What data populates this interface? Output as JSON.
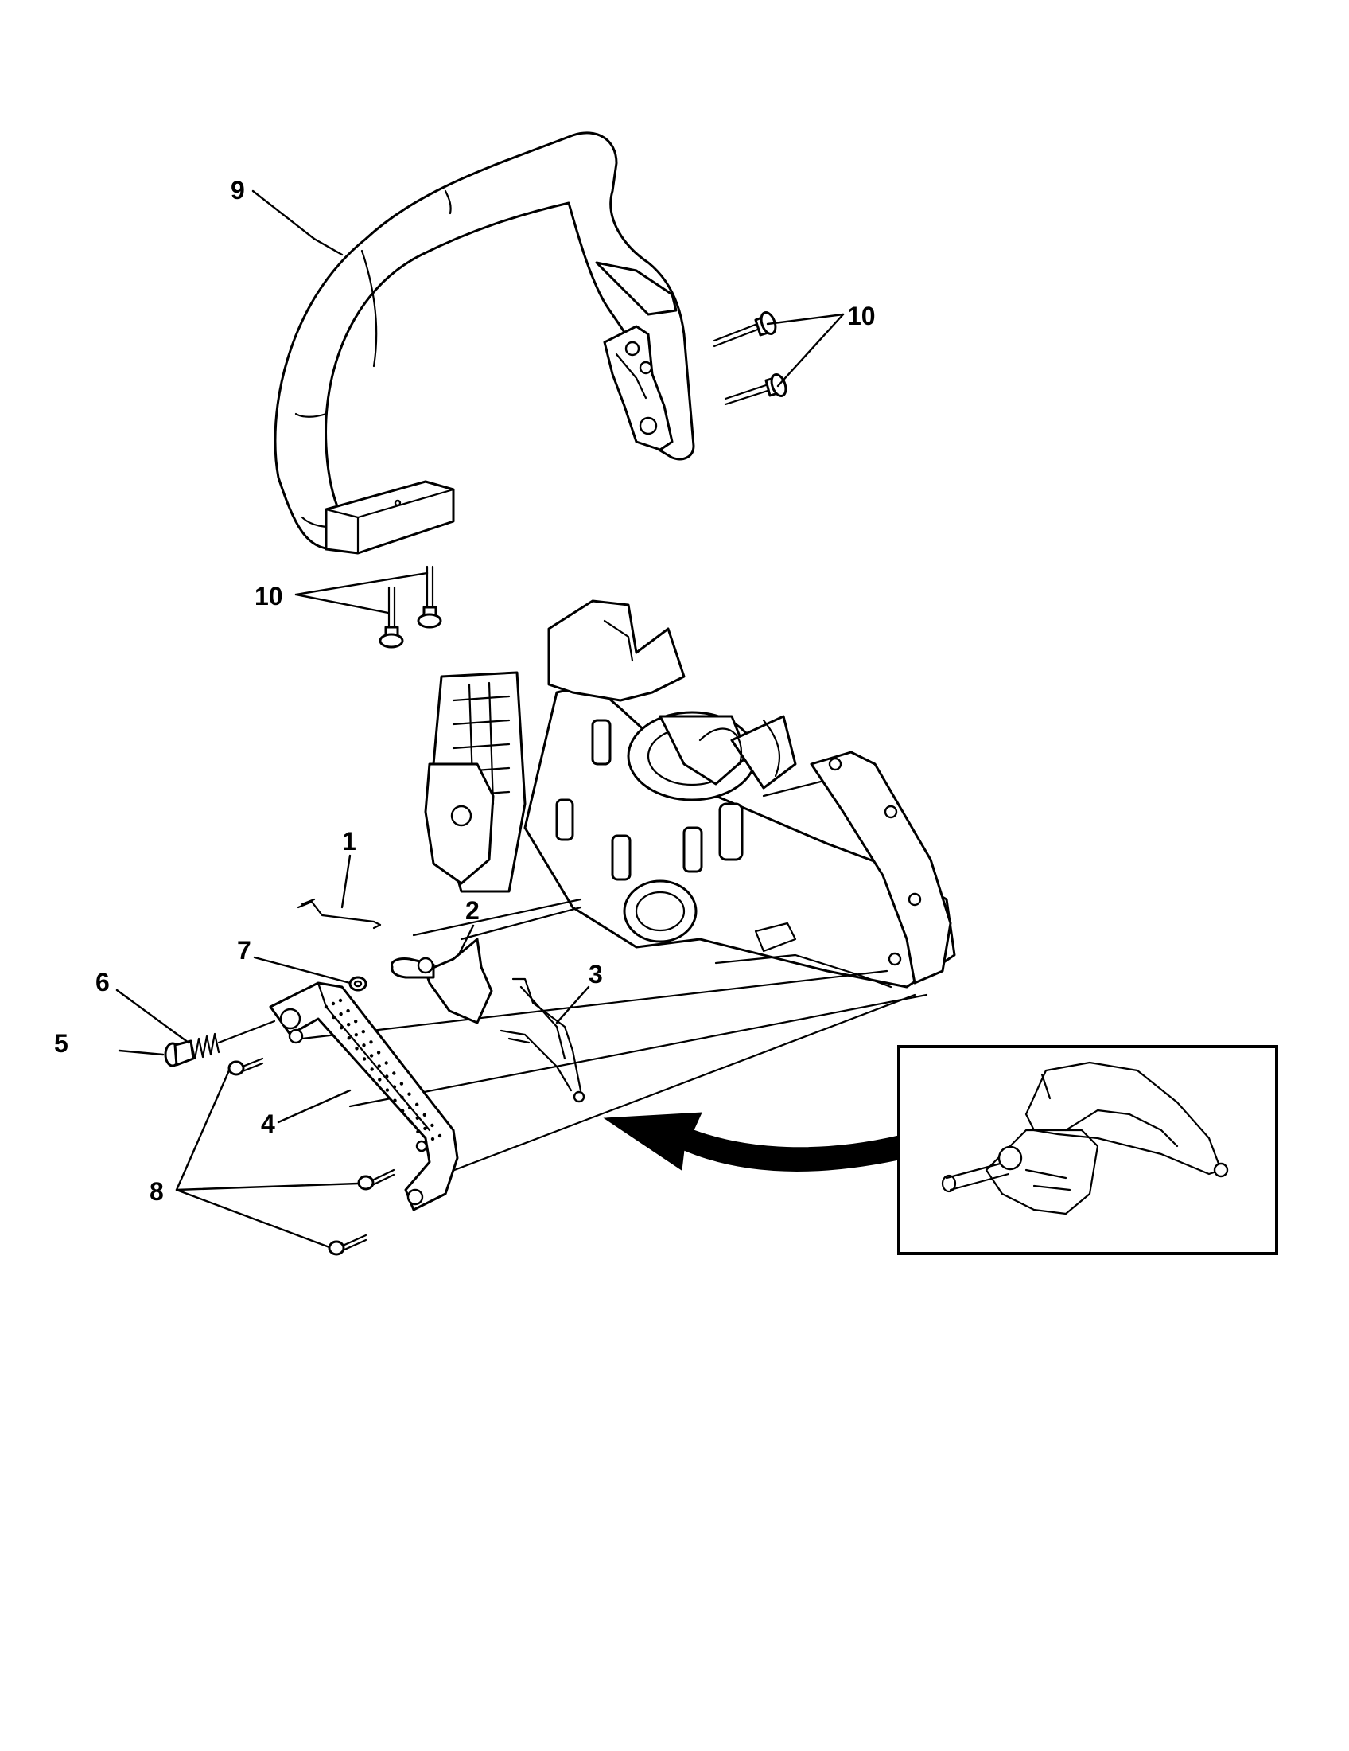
{
  "callouts": {
    "c1": "1",
    "c2": "2",
    "c3": "3",
    "c4": "4",
    "c5": "5",
    "c6": "6",
    "c7": "7",
    "c8": "8",
    "c9": "9",
    "c10_upper": "10",
    "c10_lower": "10"
  },
  "colors": {
    "ink": "#000000",
    "paper": "#ffffff"
  }
}
